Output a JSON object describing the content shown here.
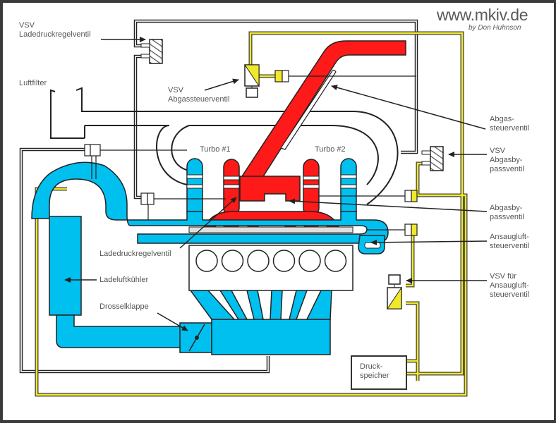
{
  "header": {
    "site": "www.mkiv.de",
    "author": "by Don Huhnson"
  },
  "colors": {
    "intake": "#00c0f0",
    "exhaust": "#ff0000",
    "vacuum_line": "#e8e020",
    "control_line": "#a0a0a0",
    "outline": "#222222"
  },
  "labels": {
    "vsv_ladedruck": [
      "VSV",
      "Ladedruckregelventil"
    ],
    "luftfilter": "Luftfilter",
    "vsv_abgas": [
      "VSV",
      "Abgassteuerventil"
    ],
    "turbo1": "Turbo #1",
    "turbo2": "Turbo #2",
    "abgassteuerventil": [
      "Abgas-",
      "steuerventil"
    ],
    "vsv_abgasbypass": [
      "VSV",
      "Abgasby-",
      "passventil"
    ],
    "abgasbypassventil": [
      "Abgasby-",
      "passventil"
    ],
    "ansaugluftsteuerventil": [
      "Ansaugluft-",
      "steuerventil"
    ],
    "vsv_ansaug": [
      "VSV für",
      "Ansaugluft-",
      "steuerventil"
    ],
    "ladedruckregelventil": "Ladedruckregelventil",
    "ladeluftkuehler": "Ladeluftkühler",
    "drosselklappe": "Drosselklappe",
    "druckspeicher": [
      "Druck-",
      "speicher"
    ]
  },
  "engine": {
    "cylinders": 6
  }
}
